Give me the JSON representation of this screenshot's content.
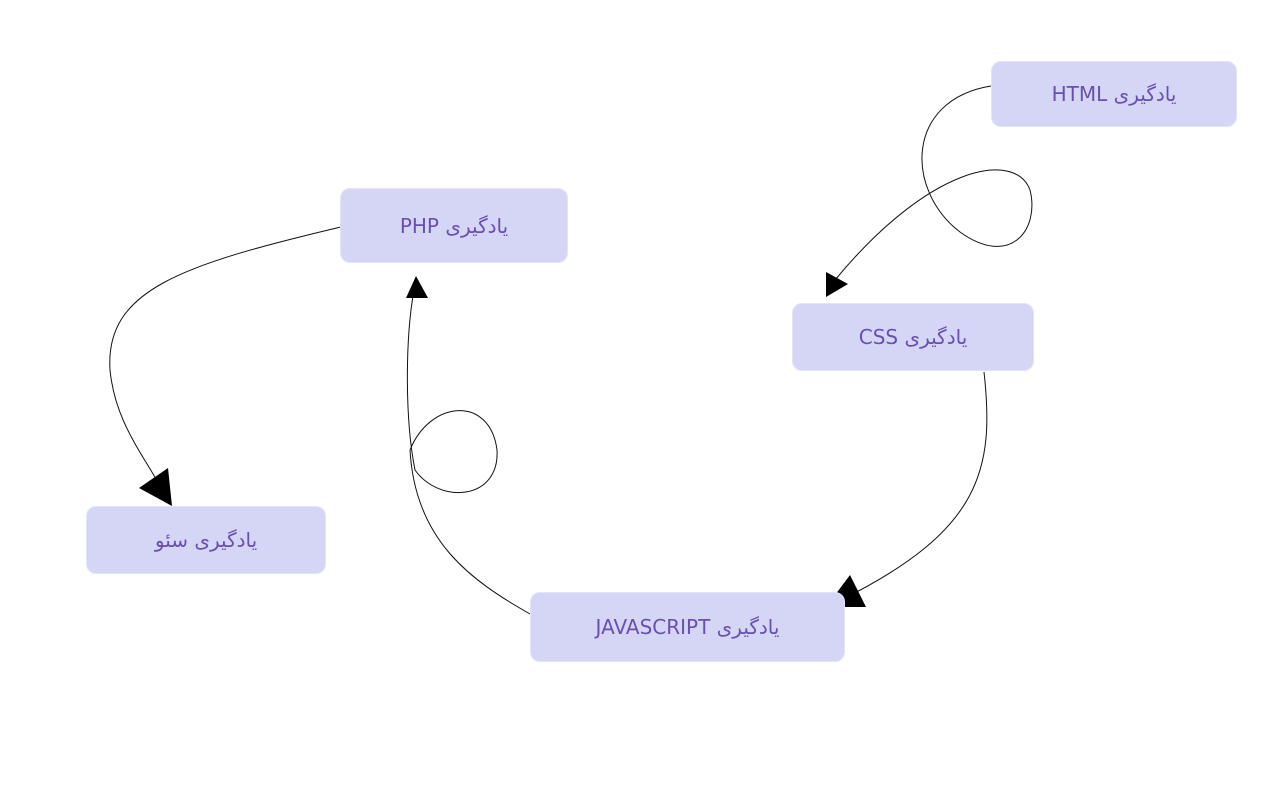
{
  "diagram": {
    "nodes": [
      {
        "id": "html",
        "label": "یادگیری HTML"
      },
      {
        "id": "css",
        "label": "یادگیری CSS"
      },
      {
        "id": "javascript",
        "label": "یادگیری JAVASCRIPT"
      },
      {
        "id": "php",
        "label": "یادگیری PHP"
      },
      {
        "id": "seo",
        "label": "یادگیری سئو"
      }
    ],
    "edges": [
      {
        "from": "html",
        "to": "css"
      },
      {
        "from": "css",
        "to": "javascript"
      },
      {
        "from": "javascript",
        "to": "php"
      },
      {
        "from": "php",
        "to": "seo"
      }
    ],
    "colors": {
      "node_fill": "#d5d6f5",
      "node_text": "#6a4fb0",
      "connector": "#111111"
    }
  }
}
